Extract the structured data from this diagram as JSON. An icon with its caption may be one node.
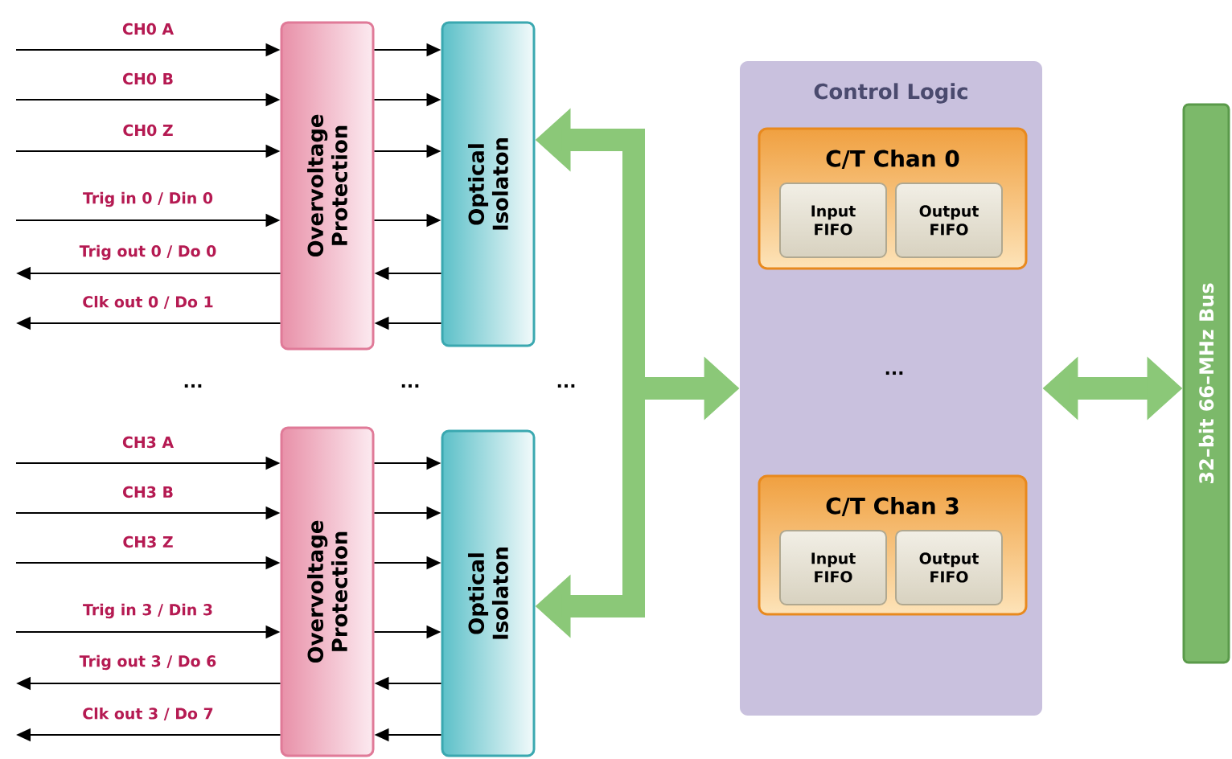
{
  "diagram": {
    "nodes": [
      {
        "text": [
          "Overvoltage Protection"
        ]
      },
      {
        "text": [
          "Optical Isolaton"
        ]
      },
      {
        "text": [
          "Overvoltage Protection"
        ]
      },
      {
        "text": [
          "Optical Isolaton"
        ]
      },
      {
        "text": [
          "Control Logic"
        ]
      },
      {
        "text": [
          "C/T Chan 0"
        ],
        "in": 4
      },
      {
        "text": [
          "Input FIFO"
        ],
        "in": 5
      },
      {
        "text": [
          "Output FIFO"
        ],
        "in": 5
      },
      {
        "text": [
          "C/T Chan 3"
        ],
        "in": 4
      },
      {
        "text": [
          "Input FIFO"
        ],
        "in": 8
      },
      {
        "text": [
          "Output FIFO"
        ],
        "in": 8
      },
      {
        "text": [
          "32–bit 66–MHz Bus"
        ]
      }
    ],
    "edges": [
      {
        "from": null,
        "to": 0,
        "arrow": "to",
        "label": "CH0 A"
      },
      {
        "from": null,
        "to": 0,
        "arrow": "to",
        "label": "CH0 B"
      },
      {
        "from": null,
        "to": 0,
        "arrow": "to",
        "label": "CH0 Z"
      },
      {
        "from": null,
        "to": 0,
        "arrow": "to",
        "label": "Trig in 0 / Din 0"
      },
      {
        "from": 0,
        "to": null,
        "arrow": "to",
        "label": "Trig out 0 / Do 0"
      },
      {
        "from": 0,
        "to": null,
        "arrow": "to",
        "label": "Clk out 0 / Do 1"
      },
      {
        "from": 0,
        "to": 1,
        "arrow": "to"
      },
      {
        "from": 0,
        "to": 1,
        "arrow": "to"
      },
      {
        "from": 0,
        "to": 1,
        "arrow": "to"
      },
      {
        "from": 0,
        "to": 1,
        "arrow": "to"
      },
      {
        "from": 1,
        "to": 0,
        "arrow": "to"
      },
      {
        "from": 1,
        "to": 0,
        "arrow": "to"
      },
      {
        "from": null,
        "to": 2,
        "arrow": "to",
        "label": "CH3 A"
      },
      {
        "from": null,
        "to": 2,
        "arrow": "to",
        "label": "CH3 B"
      },
      {
        "from": null,
        "to": 2,
        "arrow": "to",
        "label": "CH3 Z"
      },
      {
        "from": null,
        "to": 2,
        "arrow": "to",
        "label": "Trig in 3 / Din 3"
      },
      {
        "from": 2,
        "to": null,
        "arrow": "to",
        "label": "Trig out 3 / Do 6"
      },
      {
        "from": 2,
        "to": null,
        "arrow": "to",
        "label": "Clk out 3 / Do 7"
      },
      {
        "from": 2,
        "to": 3,
        "arrow": "to"
      },
      {
        "from": 2,
        "to": 3,
        "arrow": "to"
      },
      {
        "from": 2,
        "to": 3,
        "arrow": "to"
      },
      {
        "from": 2,
        "to": 3,
        "arrow": "to"
      },
      {
        "from": 3,
        "to": 2,
        "arrow": "to"
      },
      {
        "from": 3,
        "to": 2,
        "arrow": "to"
      },
      {
        "from": 4,
        "to": 1,
        "arrow": "both",
        "style": "thick",
        "color": "#8bc878"
      },
      {
        "from": 4,
        "to": 3,
        "arrow": "both",
        "style": "thick",
        "color": "#8bc878"
      },
      {
        "from": 4,
        "to": 11,
        "arrow": "both",
        "style": "thick",
        "color": "#8bc878"
      }
    ],
    "labels": [
      "...",
      "...",
      "...",
      "..."
    ]
  }
}
